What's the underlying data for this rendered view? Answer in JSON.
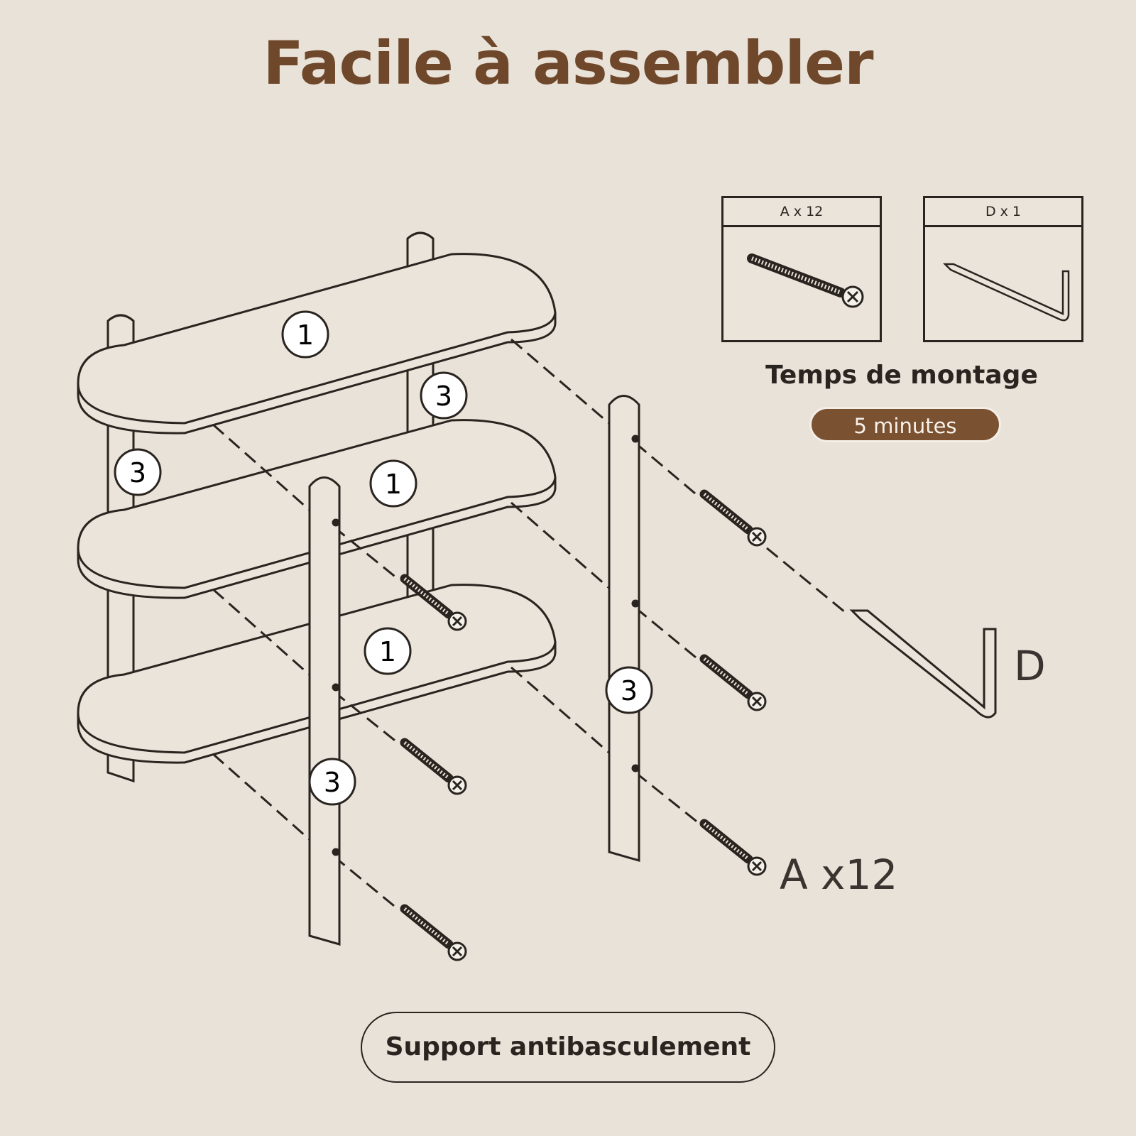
{
  "title": "Facile à assembler",
  "parts": [
    {
      "label": "A x 12"
    },
    {
      "label": "D x 1"
    }
  ],
  "assembly_time_label": "Temps de montage",
  "assembly_time_value": "5 minutes",
  "callouts": {
    "shelf_number": "1",
    "post_number": "3",
    "screw_qty": "A x12",
    "key_letter": "D"
  },
  "bottom_label": "Support antibasculement",
  "colors": {
    "accent": "#6f472b",
    "background": "#e9e2d8",
    "line": "#2a2420"
  }
}
